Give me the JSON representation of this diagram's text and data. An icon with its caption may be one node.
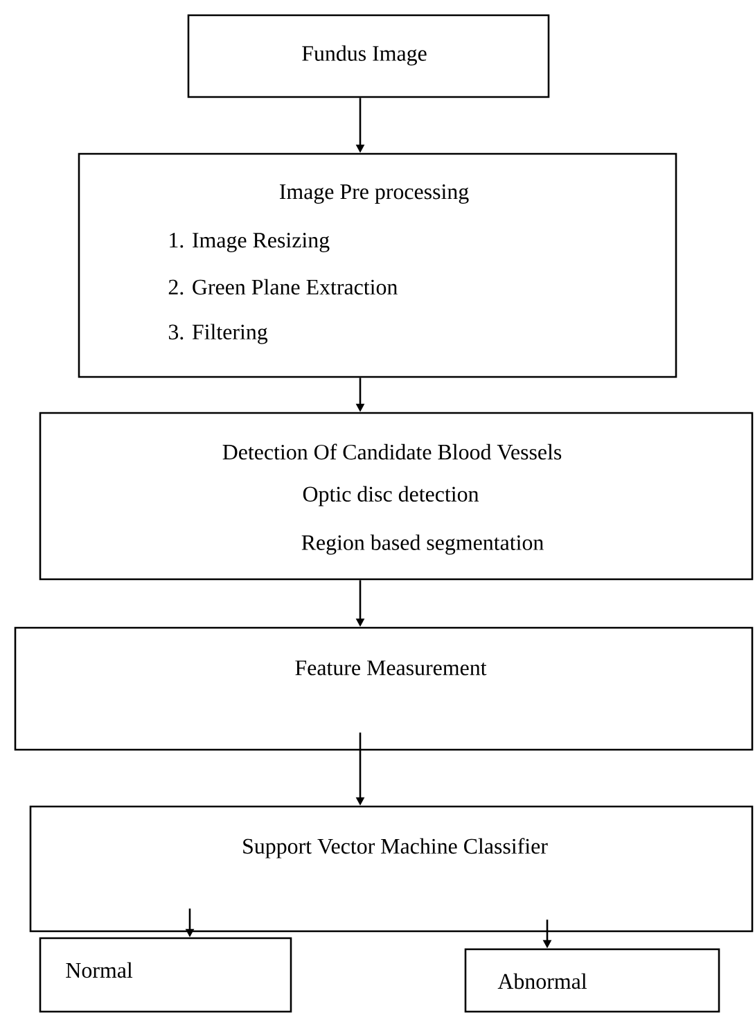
{
  "diagram": {
    "nodes": [
      {
        "text": [
          "Fundus Image"
        ]
      },
      {
        "text": [
          "Image Pre processing",
          "1. Image Resizing",
          "2. Green Plane Extraction",
          "3. Filtering"
        ]
      },
      {
        "text": [
          "Detection Of Candidate Blood Vessels",
          "Optic disc detection",
          "Region based segmentation"
        ]
      },
      {
        "text": [
          "Feature Measurement"
        ]
      },
      {
        "text": [
          "Support Vector Machine Classifier"
        ]
      },
      {
        "text": [
          "Normal"
        ]
      },
      {
        "text": [
          "Abnormal"
        ]
      }
    ],
    "edges": [
      {
        "from": 0,
        "to": 1,
        "arrow": "to"
      },
      {
        "from": 1,
        "to": 2,
        "arrow": "to"
      },
      {
        "from": 2,
        "to": 3,
        "arrow": "to"
      },
      {
        "from": 3,
        "to": 4,
        "arrow": "to"
      },
      {
        "from": 4,
        "to": 5,
        "arrow": "to"
      },
      {
        "from": 4,
        "to": 6,
        "arrow": "to"
      }
    ]
  }
}
